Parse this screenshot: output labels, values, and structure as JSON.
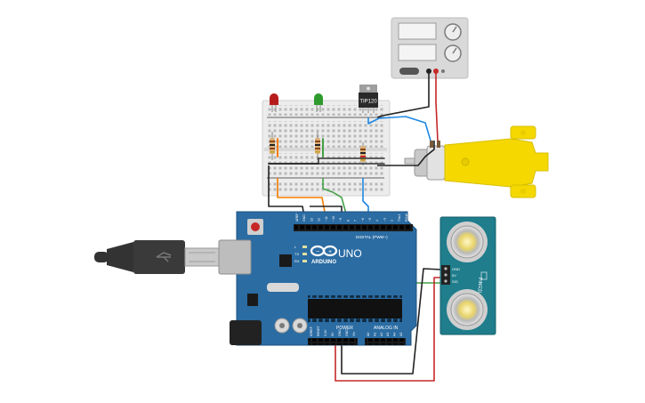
{
  "transistor": {
    "label": "TIP120"
  },
  "arduino": {
    "logo_text": "ARDUINO",
    "model": "UNO",
    "digital_header": "DIGITAL (PWM~)",
    "power_header": "POWER",
    "analog_header": "ANALOG IN",
    "led_labels": [
      "L",
      "TX",
      "RX"
    ],
    "digital_pins": [
      "AREF",
      "GND",
      "13",
      "12",
      "~11",
      "~10",
      "~9",
      "8",
      "7",
      "~6",
      "~5",
      "4",
      "~3",
      "2",
      "TX▸1",
      "RX◂0"
    ],
    "power_pins": [
      "IOREF",
      "RESET",
      "3.3V",
      "5V",
      "GND",
      "GND",
      "Vin"
    ],
    "analog_pins": [
      "A0",
      "A1",
      "A2",
      "A3",
      "A4",
      "A5"
    ]
  },
  "sensor": {
    "pin_labels": [
      "GND",
      "5V",
      "SIG"
    ],
    "model_text": "PING)))"
  },
  "icons": [
    "usb-plug-icon",
    "infinity-logo-icon"
  ]
}
